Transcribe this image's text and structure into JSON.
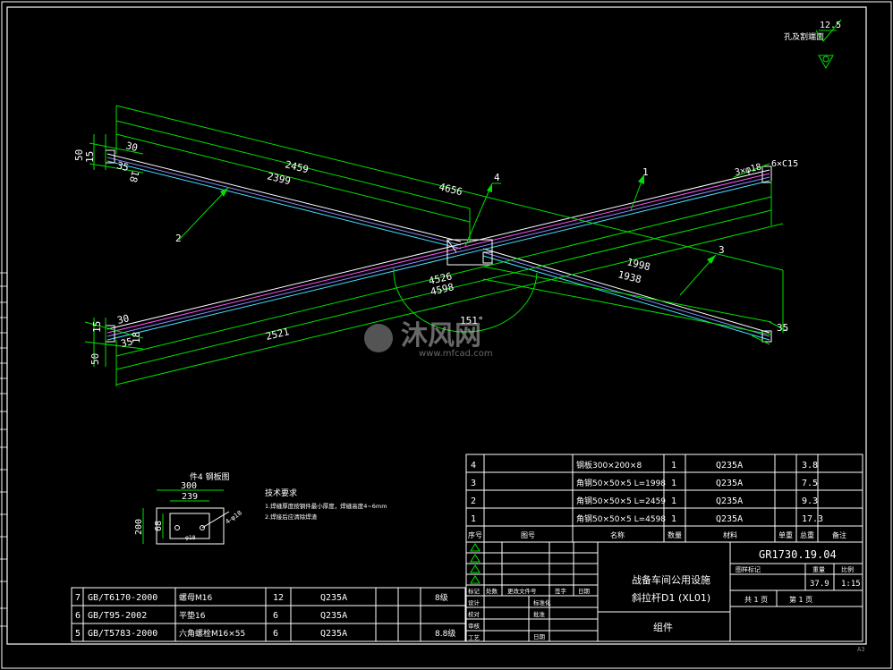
{
  "watermark": {
    "brand": "沐风网",
    "url": "www.mfcad.com"
  },
  "roughness": {
    "label": "孔及割端面",
    "value": "12.5"
  },
  "dimensions": {
    "d2459": "2459",
    "d2399": "2399",
    "d4656": "4656",
    "d30a": "30",
    "d30b": "30",
    "d35a": "35",
    "d35b": "35",
    "d35c": "35",
    "d50a": "50",
    "d50b": "50",
    "d15a": "15",
    "d15b": "15",
    "d18a": "18",
    "d18b": "18",
    "d1998": "1998",
    "d1938": "1938",
    "d4526": "4526",
    "d4598": "4598",
    "d2521": "2521",
    "angle": "151°",
    "hole": "3×φ18",
    "weld": "6×C15"
  },
  "balloons": {
    "b1": "1",
    "b2": "2",
    "b3": "3",
    "b4": "4"
  },
  "plate_detail": {
    "title": "件4 钢板图",
    "w_outer": "300",
    "w_inner": "239",
    "h_outer": "200",
    "h_inner": "68",
    "hole_label": "4-φ18",
    "inner_label": "φ18"
  },
  "notes": {
    "title": "技术要求",
    "line1": "1.焊缝厚度按钢件最小厚度，焊缝高度4~6mm",
    "line2": "2.焊接后应清除焊渣"
  },
  "parts": [
    {
      "no": "4",
      "code": "",
      "name": "钢板300×200×8",
      "qty": "1",
      "mat": "Q235A",
      "unit": "3.8",
      "total": "",
      "note": ""
    },
    {
      "no": "3",
      "code": "",
      "name": "角钢50×50×5  L=1998",
      "qty": "1",
      "mat": "Q235A",
      "unit": "7.5",
      "total": "",
      "note": ""
    },
    {
      "no": "2",
      "code": "",
      "name": "角钢50×50×5  L=2459",
      "qty": "1",
      "mat": "Q235A",
      "unit": "9.3",
      "total": "",
      "note": ""
    },
    {
      "no": "1",
      "code": "",
      "name": "角钢50×50×5  L=4598",
      "qty": "1",
      "mat": "Q235A",
      "unit": "17.3",
      "total": "",
      "note": ""
    }
  ],
  "parts_header": {
    "no": "序号",
    "code": "图号",
    "name": "名称",
    "qty": "数量",
    "mat": "材料",
    "unit": "单重",
    "total": "总重",
    "note": "备注"
  },
  "std_parts": [
    {
      "no": "7",
      "std": "GB/T6170-2000",
      "name": "螺母M16",
      "qty": "12",
      "mat": "Q235A",
      "grade": "8级"
    },
    {
      "no": "6",
      "std": "GB/T95-2002",
      "name": "平垫16",
      "qty": "6",
      "mat": "Q235A",
      "grade": ""
    },
    {
      "no": "5",
      "std": "GB/T5783-2000",
      "name": "六角螺栓M16×55",
      "qty": "6",
      "mat": "Q235A",
      "grade": "8.8级"
    }
  ],
  "title_block": {
    "drawing_no": "GR1730.19.04",
    "project": "战备车间公用设施",
    "part_name": "斜拉杆D1 (XL01)",
    "kind": "组件",
    "stage_label": "图样标记",
    "weight_label": "重量",
    "scale_label": "比例",
    "weight": "37.9",
    "scale": "1:15",
    "sheet_total": "共 1 页",
    "sheet_no": "第 1 页",
    "rev_headers": [
      "标记",
      "处数",
      "更改文件号",
      "签字",
      "日期"
    ],
    "roles": [
      "设计",
      "校对",
      "审核",
      "工艺"
    ],
    "roles2": [
      "标准化",
      "批准",
      "日期"
    ]
  },
  "sheet_size": "A3"
}
